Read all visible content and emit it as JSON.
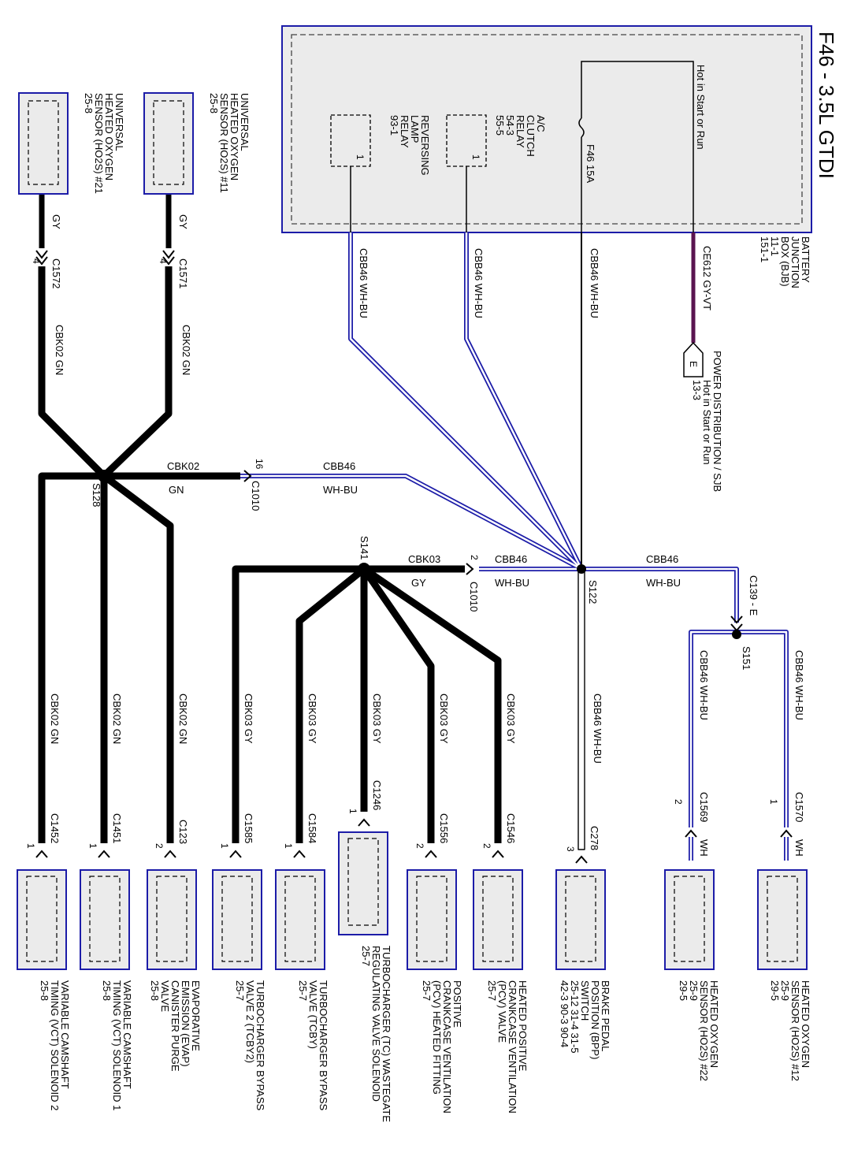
{
  "title": "F46 - 3.5L GTDI",
  "bjb": {
    "name_lines": [
      "BATTERY",
      "JUNCTION",
      "BOX (BJB)",
      "11-1",
      "151-1"
    ],
    "hot_text": "Hot in Start or Run",
    "fuse": "F46 15A",
    "ac_relay_lines": [
      "A/C",
      "CLUTCH",
      "RELAY",
      "54-3",
      "55-5"
    ],
    "rev_relay_lines": [
      "REVERSING",
      "LAMP",
      "RELAY",
      "93-1"
    ],
    "ac_pin": "1",
    "rev_pin": "1"
  },
  "power_dist": {
    "lines": [
      "POWER DISTRIBUTION / SJB",
      "Hot in Start or Run",
      "13-3"
    ],
    "pin": "E"
  },
  "wires": {
    "ce612": "CE612 GY-VT",
    "cbb46_wh_bu": "CBB46 WH-BU",
    "cbb46": "CBB46",
    "wh_bu": "WH-BU",
    "cbk02_gn": "CBK02 GN",
    "cbk02": "CBK02",
    "gn": "GN",
    "cbk03_gy": "CBK03 GY",
    "cbk03": "CBK03",
    "gy": "GY",
    "wh": "WH"
  },
  "splices": {
    "s122": "S122",
    "s128": "S128",
    "s141": "S141",
    "s151": "S151"
  },
  "connectors": {
    "c1010": "C1010",
    "c1010_pin16": "16",
    "c1010_pin2": "2",
    "c139": "C139 - E",
    "c1571": "C1571",
    "c1572": "C1572",
    "pin4": "4"
  },
  "upper_sensors": [
    {
      "lines": [
        "UNIVERSAL",
        "HEATED OXYGEN",
        "SENSOR (HO2S) #11",
        "25-8"
      ]
    },
    {
      "lines": [
        "UNIVERSAL",
        "HEATED OXYGEN",
        "SENSOR (HO2S) #21",
        "25-8"
      ]
    }
  ],
  "components": [
    {
      "lines": [
        "HEATED OXYGEN",
        "SENSOR (HO2S) #12",
        "25-9",
        "29-5"
      ],
      "connector": "C1570",
      "pin": "1"
    },
    {
      "lines": [
        "HEATED OXYGEN",
        "SENSOR (HO2S) #22",
        "25-9",
        "29-5"
      ],
      "connector": "C1569",
      "pin": "2"
    },
    {
      "lines": [
        "BRAKE PEDAL",
        "POSITION (BPP)",
        "SWITCH",
        "25-12    31-4    31-5",
        "42-3     90-3    90-4"
      ],
      "connector": "C278",
      "pin": "3"
    },
    {
      "lines": [
        "HEATED POSITIVE",
        "CRANKCASE VENTILATION",
        "(PCV) VALVE",
        "25-7"
      ],
      "connector": "C1546",
      "pin": "2"
    },
    {
      "lines": [
        "POSITIVE",
        "CRANKCASE VENTILATION",
        "(PCV) HEATED FITTING",
        "25-7"
      ],
      "connector": "C1556",
      "pin": "2"
    },
    {
      "lines": [
        "TURBOCHARGER (TC) WASTEGATE",
        "REGULATING VALVE SOLENOID",
        "25-7"
      ],
      "connector": "C1246",
      "pin": "1"
    },
    {
      "lines": [
        "TURBOCHARGER BYPASS",
        "VALVE (TCBY)",
        "25-7"
      ],
      "connector": "C1584",
      "pin": "1"
    },
    {
      "lines": [
        "TURBOCHARGER BYPASS",
        "VALVE 2 (TCBY2)",
        "25-7"
      ],
      "connector": "C1585",
      "pin": "1"
    },
    {
      "lines": [
        "EVAPORATIVE",
        "EMISSION (EVAP)",
        "CANISTER PURGE",
        "VALVE",
        "25-8"
      ],
      "connector": "C123",
      "pin": "2"
    },
    {
      "lines": [
        "VARIABLE CAMSHAFT",
        "TIMING (VCT) SOLENOID 1",
        "25-8"
      ],
      "connector": "C1451",
      "pin": "1"
    },
    {
      "lines": [
        "VARIABLE CAMSHAFT",
        "TIMING (VCT) SOLENOID 2",
        "25-8"
      ],
      "connector": "C1452",
      "pin": "1"
    }
  ],
  "colors": {
    "frame_blue": "#1c1ca8",
    "box_fill": "#ebebeb",
    "wire_black": "#000000",
    "wire_purple": "#5a1450"
  }
}
